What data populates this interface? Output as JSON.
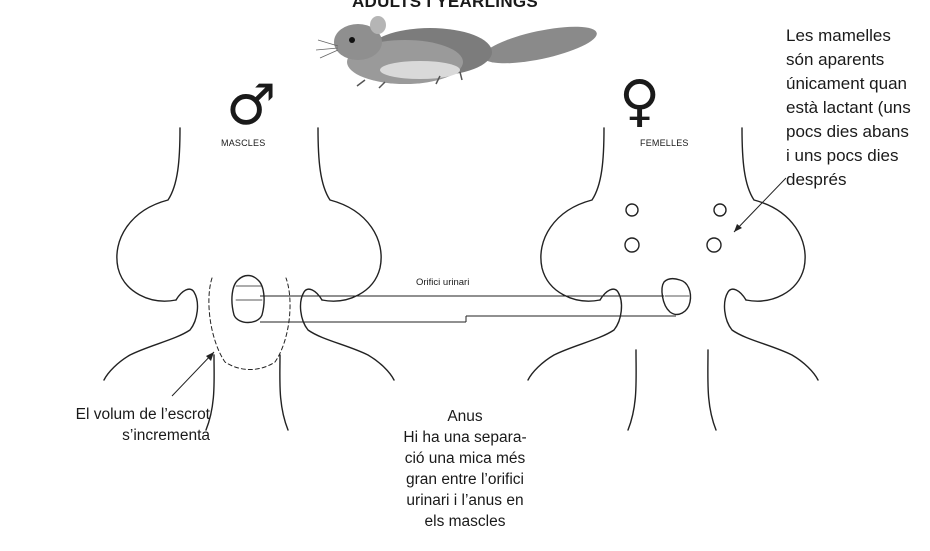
{
  "title": "ADULTS I YEARLINGS",
  "male": {
    "symbol": "♂",
    "label": "MASCLES"
  },
  "female": {
    "symbol": "♀",
    "label": "FEMELLES"
  },
  "labels": {
    "orifice": "Orifici urinari",
    "scrotum_lines": [
      "El volum de l’escrot",
      "s’incrementa"
    ],
    "nipples_lines": [
      "Les mamelles",
      "són aparents",
      "únicament quan",
      "està lactant (uns",
      "pocs dies abans",
      "i uns pocs dies",
      "després"
    ],
    "anus_title": "Anus",
    "anus_lines": [
      "Hi ha una separa-",
      "ció una mica més",
      "gran entre l’orifici",
      "urinari i l’anus en",
      "els mascles"
    ]
  },
  "colors": {
    "ink": "#1a1a1a",
    "line": "#222222",
    "fur": "#8a8a8a",
    "furLight": "#c9c9c9"
  }
}
